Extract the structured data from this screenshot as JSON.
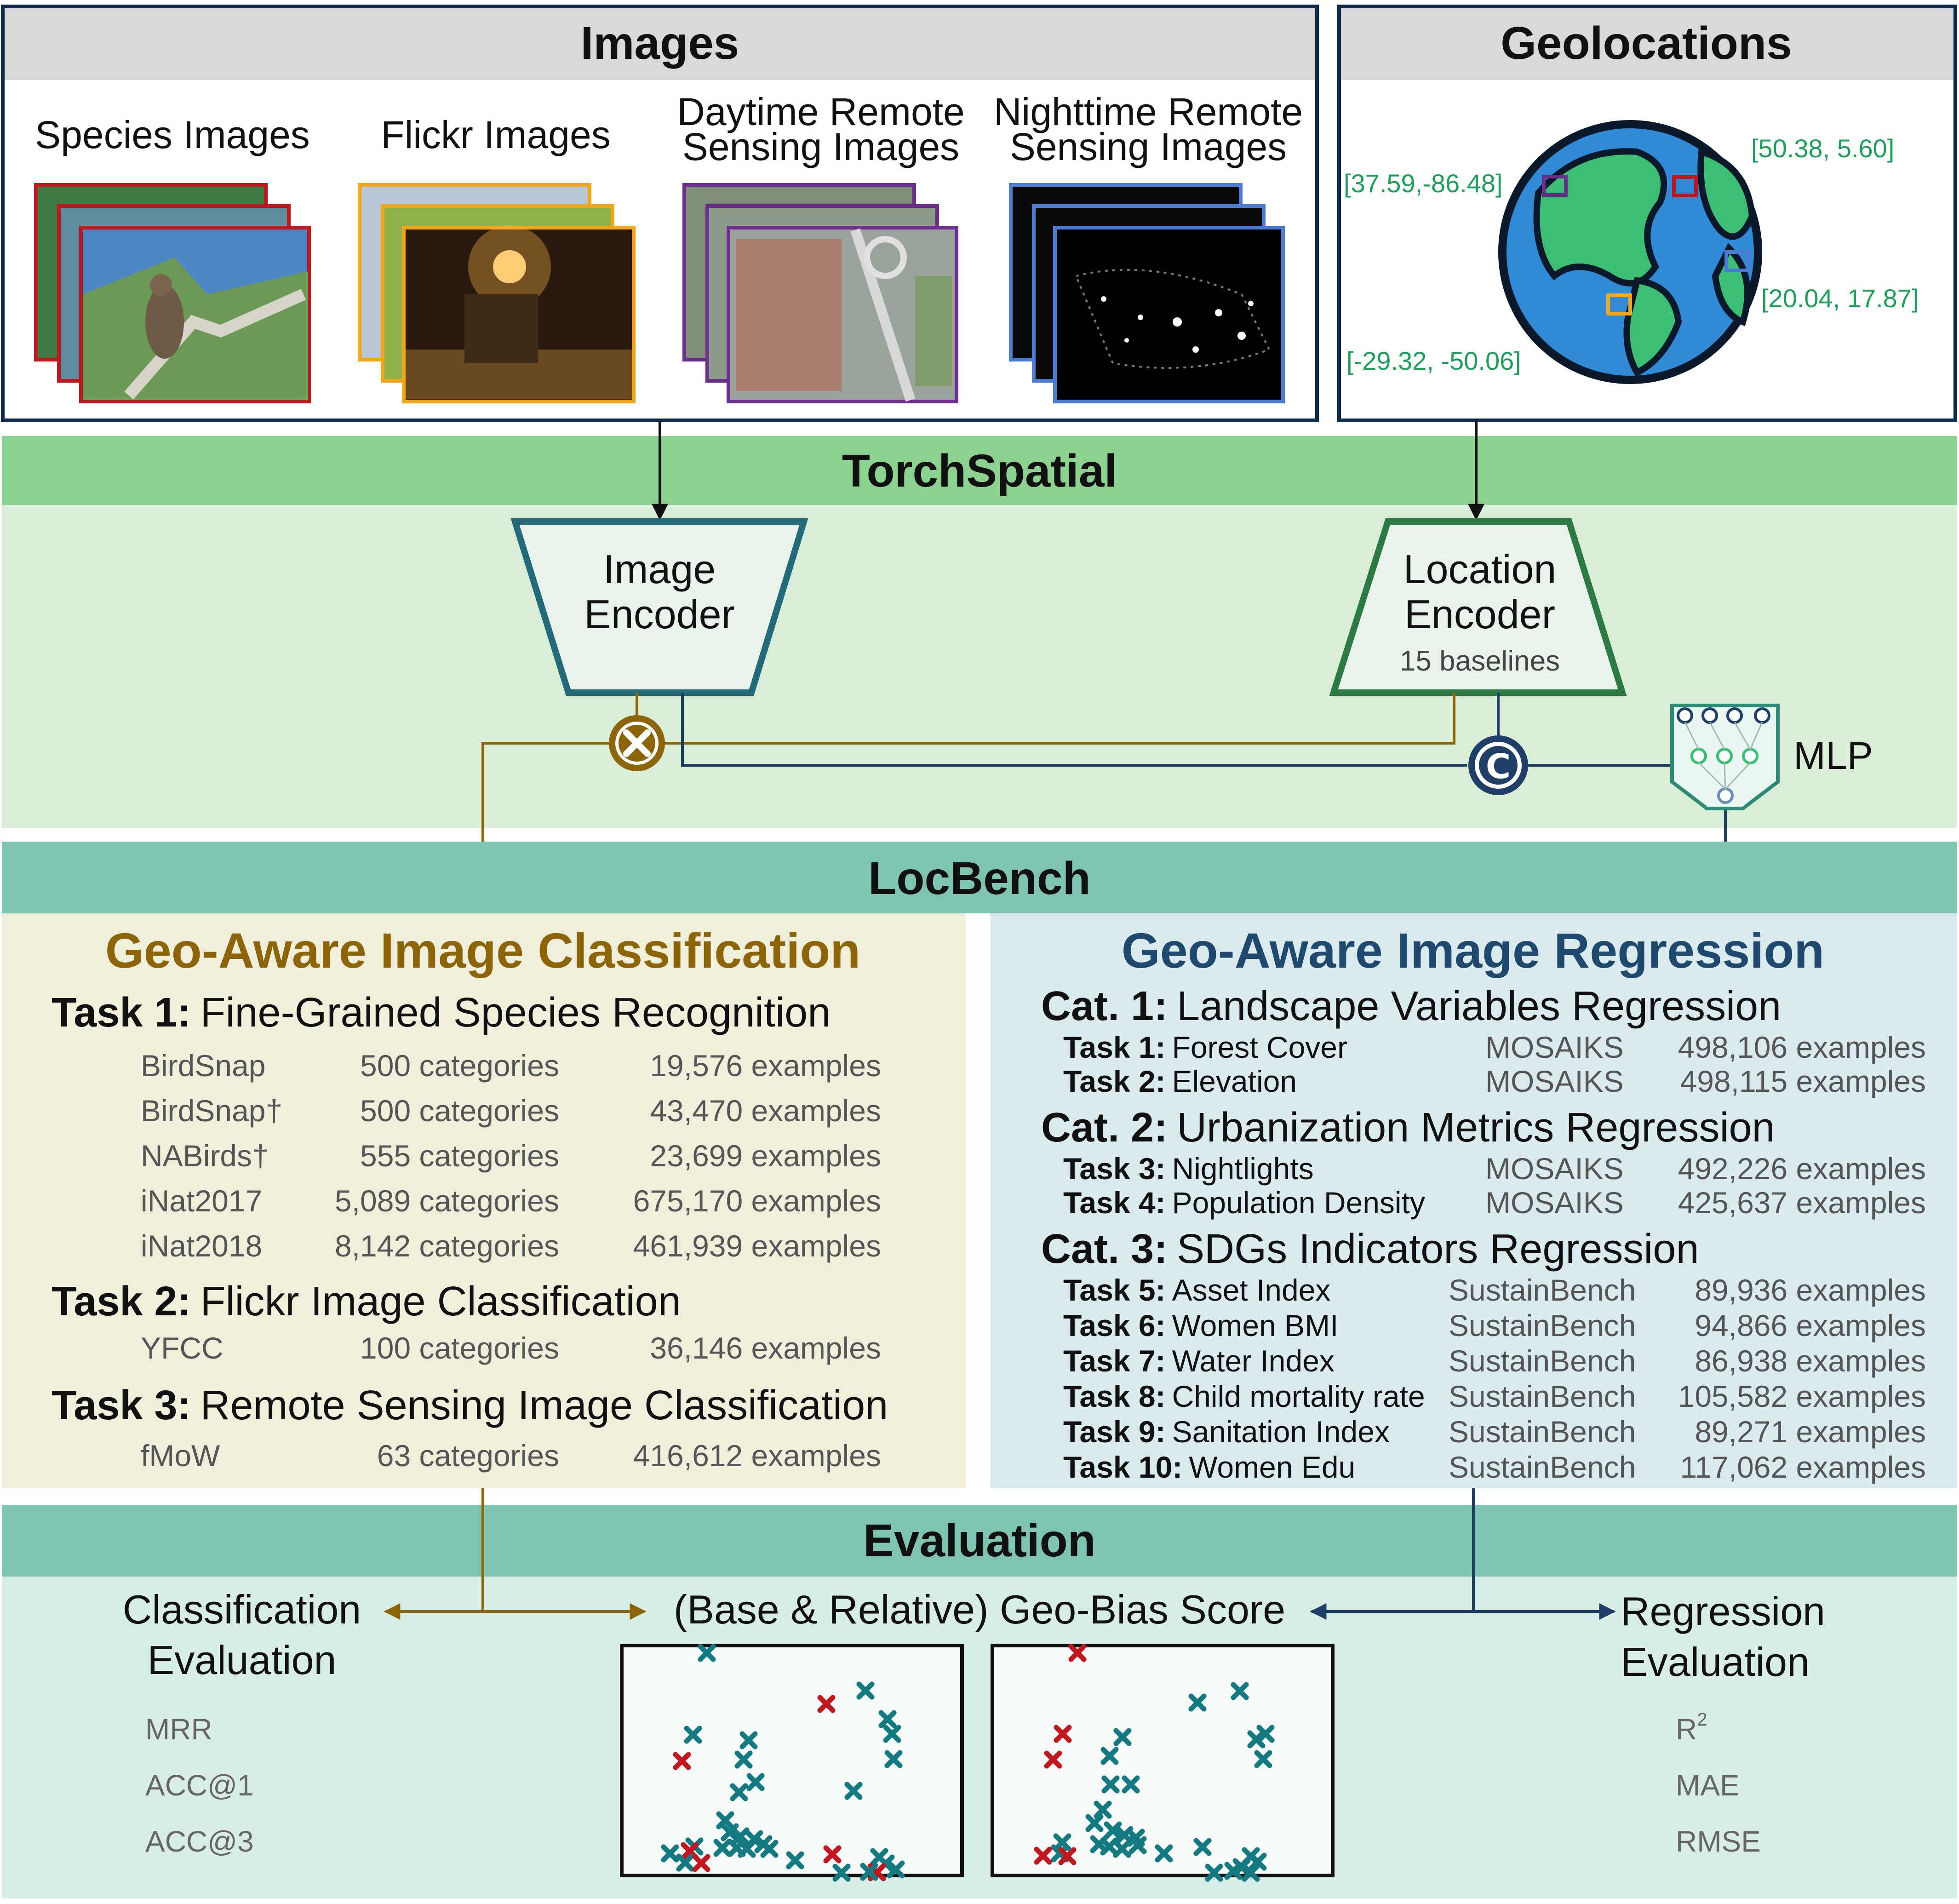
{
  "images_panel": {
    "header": "Images",
    "items": [
      "Species Images",
      "Flickr Images",
      "Daytime Remote\nSensing Images",
      "Nighttime Remote\nSensing Images"
    ]
  },
  "geo_panel": {
    "header": "Geolocations",
    "coords": [
      "[37.59,-86.48]",
      "[50.38, 5.60]",
      "[20.04, 17.87]",
      "[-29.32, -50.06]"
    ]
  },
  "torchspatial": {
    "header": "TorchSpatial",
    "image_encoder": [
      "Image",
      "Encoder"
    ],
    "location_encoder": [
      "Location",
      "Encoder"
    ],
    "baselines": "15 baselines",
    "mlp": "MLP",
    "concat_symbol": "C"
  },
  "locbench": {
    "header": "LocBench",
    "classification": {
      "title": "Geo-Aware Image Classification",
      "tasks": [
        {
          "prefix": "Task 1:",
          "name": "Fine-Grained Species Recognition",
          "rows": [
            [
              "BirdSnap",
              "500 categories",
              "19,576 examples"
            ],
            [
              "BirdSnap†",
              "500 categories",
              "43,470 examples"
            ],
            [
              "NABirds†",
              "555 categories",
              "23,699 examples"
            ],
            [
              "iNat2017",
              "5,089 categories",
              "675,170 examples"
            ],
            [
              "iNat2018",
              "8,142 categories",
              "461,939 examples"
            ]
          ]
        },
        {
          "prefix": "Task 2:",
          "name": "Flickr Image Classification",
          "rows": [
            [
              "YFCC",
              "100 categories",
              "36,146 examples"
            ]
          ]
        },
        {
          "prefix": "Task 3:",
          "name": "Remote Sensing Image Classification",
          "rows": [
            [
              "fMoW",
              "63 categories",
              "416,612 examples"
            ]
          ]
        }
      ]
    },
    "regression": {
      "title": "Geo-Aware Image Regression",
      "categories": [
        {
          "prefix": "Cat. 1:",
          "name": "Landscape Variables Regression",
          "tasks": [
            [
              "Task 1:",
              "Forest Cover",
              "MOSAIKS",
              "498,106 examples"
            ],
            [
              "Task 2:",
              "Elevation",
              "MOSAIKS",
              "498,115 examples"
            ]
          ]
        },
        {
          "prefix": "Cat. 2:",
          "name": "Urbanization Metrics Regression",
          "tasks": [
            [
              "Task 3:",
              "Nightlights",
              "MOSAIKS",
              "492,226 examples"
            ],
            [
              "Task 4:",
              "Population Density",
              "MOSAIKS",
              "425,637 examples"
            ]
          ]
        },
        {
          "prefix": "Cat. 3:",
          "name": "SDGs Indicators Regression",
          "tasks": [
            [
              "Task 5:",
              "Asset Index",
              "SustainBench",
              "89,936 examples"
            ],
            [
              "Task 6:",
              "Women BMI",
              "SustainBench",
              "94,866 examples"
            ],
            [
              "Task 7:",
              "Water Index",
              "SustainBench",
              "86,938 examples"
            ],
            [
              "Task 8:",
              "Child mortality rate",
              "SustainBench",
              "105,582 examples"
            ],
            [
              "Task 9:",
              "Sanitation Index",
              "SustainBench",
              "89,271 examples"
            ],
            [
              "Task 10:",
              "Women Edu",
              "SustainBench",
              "117,062 examples"
            ]
          ]
        }
      ]
    }
  },
  "evaluation": {
    "header": "Evaluation",
    "classification_label": [
      "Classification",
      "Evaluation"
    ],
    "classification_metrics": [
      "MRR",
      "ACC@1",
      "ACC@3"
    ],
    "geobias_label": "(Base & Relative) Geo-Bias Score",
    "regression_label": [
      "Regression",
      "Evaluation"
    ],
    "regression_metrics": [
      "R",
      "MAE",
      "RMSE"
    ],
    "regression_superscript": "2"
  },
  "colors": {
    "navy": "#0d2a4e",
    "green_band": "#8dd18f",
    "green_bg": "#d9eed7",
    "teal_band": "#7fc4b3",
    "teal_bg": "#d8ede6",
    "classification_bg": "#f1eedc",
    "regression_bg": "#d9ebee",
    "brown": "#8b6508",
    "teal_enc": "#236b78",
    "green_enc": "#2e7a44",
    "coord_green": "#1e9e5a",
    "marker_teal": "#147a82",
    "marker_red": "#c0181e"
  }
}
